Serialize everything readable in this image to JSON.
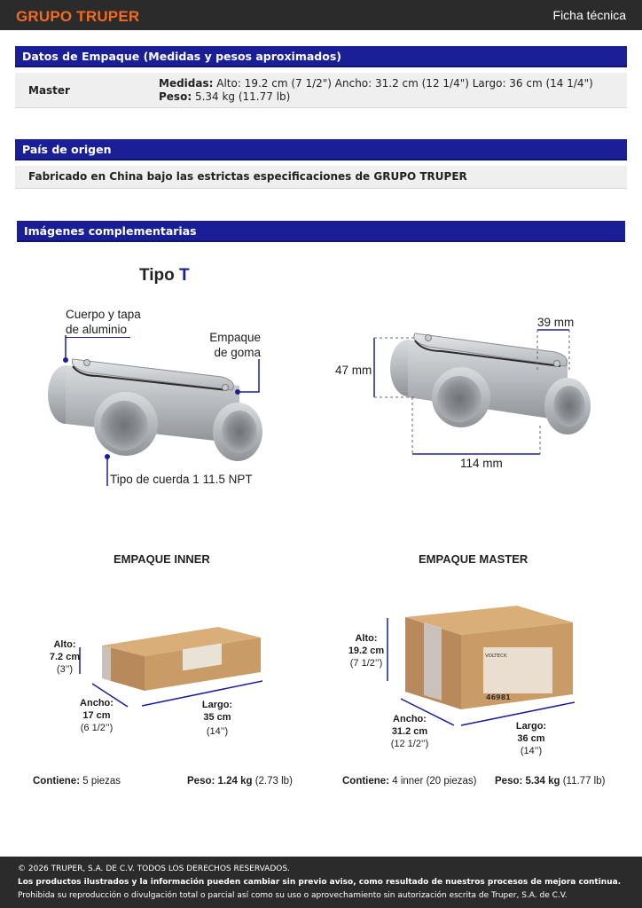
{
  "header": {
    "brand": "GRUPO TRUPER",
    "doc_type": "Ficha técnica"
  },
  "packaging": {
    "title": "Datos de Empaque (Medidas y pesos aproximados)",
    "row_label": "Master",
    "measures_label": "Medidas:",
    "measures_text": " Alto: 19.2 cm (7 1/2\") Ancho: 31.2 cm (12 1/4\") Largo: 36 cm (14 1/4\") ",
    "weight_label": "Peso:",
    "weight_text": " 5.34 kg (11.77 lb)"
  },
  "origin": {
    "title": "País de origen",
    "text": "Fabricado en China bajo las estrictas especificaciones de GRUPO TRUPER"
  },
  "images": {
    "title": "Imágenes complementarias",
    "tipo_label": "Tipo ",
    "tipo_value": "T",
    "callout_body_1": "Cuerpo y tapa",
    "callout_body_2": "de aluminio",
    "callout_gasket_1": "Empaque",
    "callout_gasket_2": "de goma",
    "callout_thread": "Tipo de cuerda 1 11.5 NPT",
    "dim_height": "47 mm",
    "dim_depth": "39 mm",
    "dim_length": "114 mm",
    "inner": {
      "title": "EMPAQUE INNER",
      "alto_label": "Alto:",
      "alto_cm": "7.2 cm",
      "alto_in": "(3’’)",
      "ancho_label": "Ancho:",
      "ancho_cm": "17 cm",
      "ancho_in": "(6 1/2’’)",
      "largo_label": "Largo:",
      "largo_cm": "35 cm",
      "largo_in": "(14’’)",
      "contains_label": "Contiene:",
      "contains_value": " 5 piezas",
      "weight_label": "Peso: 1.24 kg",
      "weight_value": " (2.73 lb)"
    },
    "master": {
      "title": "EMPAQUE MASTER",
      "alto_label": "Alto:",
      "alto_cm": "19.2 cm",
      "alto_in": "(7 1/2’’)",
      "ancho_label": "Ancho:",
      "ancho_cm": "31.2 cm",
      "ancho_in": "(12 1/2’’)",
      "largo_label": "Largo:",
      "largo_cm": "36 cm",
      "largo_in": "(14’’)",
      "contains_label": "Contiene:",
      "contains_value": " 4 inner (20 piezas)",
      "weight_label": "Peso: 5.34 kg",
      "weight_value": " (11.77 lb)",
      "box_brand": "VOLTECK",
      "box_code": "46981"
    }
  },
  "footer": {
    "line1": "© 2026 TRUPER, S.A. DE C.V. TODOS LOS DERECHOS RESERVADOS.",
    "line2": "Los productos ilustrados y la información pueden cambiar sin previo aviso, como resultado de nuestros procesos de mejora continua.",
    "line3": "Prohibida su reproducción o divulgación total o parcial así como su uso o aprovechamiento sin autorización escrita de Truper, S.A. de C.V."
  },
  "colors": {
    "brand_orange": "#f26a21",
    "section_blue": "#1b1f97",
    "dark_bar": "#2b2b2b",
    "row_grey": "#efefef",
    "cardboard": "#c89a66"
  }
}
